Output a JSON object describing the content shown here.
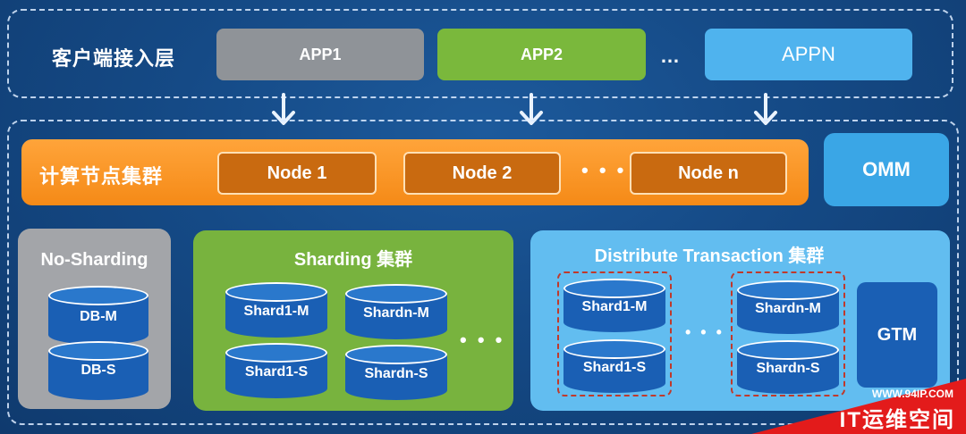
{
  "client_layer": {
    "label": "客户端接入层",
    "apps": [
      "APP1",
      "APP2",
      "APPN"
    ],
    "ellipsis": "…"
  },
  "compute_cluster": {
    "label": "计算节点集群",
    "nodes": [
      "Node 1",
      "Node 2",
      "Node n"
    ],
    "ellipsis": "• • •"
  },
  "omm": {
    "label": "OMM"
  },
  "no_sharding": {
    "title": "No-Sharding",
    "dbs": [
      "DB-M",
      "DB-S"
    ]
  },
  "sharding": {
    "title": "Sharding 集群",
    "shards": [
      "Shard1-M",
      "Shardn-M",
      "Shard1-S",
      "Shardn-S"
    ],
    "ellipsis": "• • •"
  },
  "distribute_transaction": {
    "title": "Distribute Transaction 集群",
    "shards": [
      "Shard1-M",
      "Shard1-S",
      "Shardn-M",
      "Shardn-S"
    ],
    "ellipsis": "• • •",
    "gtm": "GTM"
  },
  "watermark": {
    "url": "WWW.94IP.COM",
    "name": "IT运维空间"
  },
  "colors": {
    "background": "#154a86",
    "app1": "#8f9398",
    "app2": "#7ab83c",
    "appn": "#4fb3ee",
    "compute": "#f58a17",
    "omm": "#3aa6e6",
    "cylinder": "#1a5fb4",
    "red_dash": "#c0392b"
  }
}
